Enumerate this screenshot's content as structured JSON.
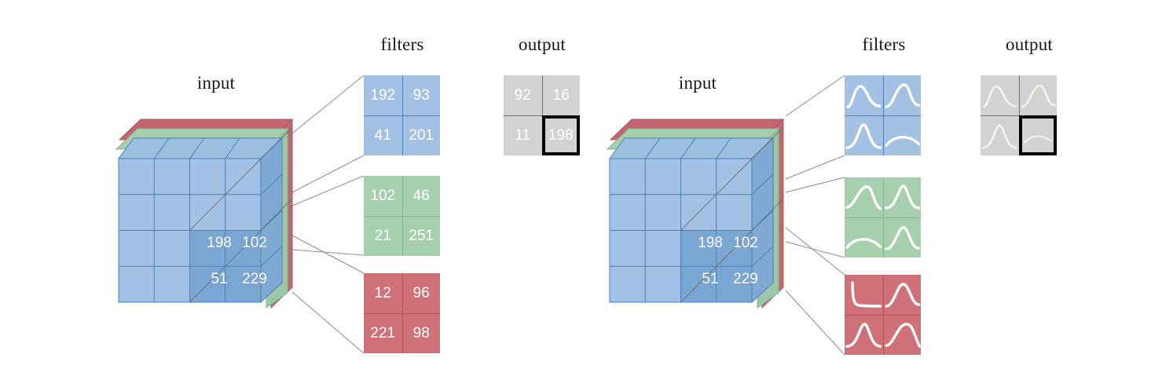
{
  "figure": {
    "title": "Convolution filters and outputs over an RGB input volume",
    "panels": [
      {
        "id": "numeric",
        "input_label": "input",
        "filters_label": "filters",
        "output_label": "output"
      },
      {
        "id": "curves",
        "input_label": "input",
        "filters_label": "filters",
        "output_label": "output"
      }
    ]
  },
  "colors": {
    "blue_fill": "#a3c2e3",
    "blue_stroke": "#4a7ebb",
    "blue_highlight": "#7aa6d4",
    "green_fill": "#a6cfae",
    "green_stroke": "#7fb98c",
    "red_fill": "#d07179",
    "red_stroke": "#b3545d",
    "gray_fill": "#d2d2d2",
    "gray_stroke": "#6f6f6f",
    "highlight_border": "#000000",
    "connector_line": "#8d8d8d",
    "text_on_tile": "#ffffff",
    "label_text": "#181818"
  },
  "input_cube": {
    "grid_rows": 4,
    "grid_cols": 4,
    "depth_channels": [
      "blue",
      "green",
      "red"
    ],
    "highlight_patch": {
      "rows": 2,
      "cols": 2,
      "position": "bottom-right"
    },
    "patch_values": [
      [
        "198",
        "102"
      ],
      [
        "51",
        "229"
      ]
    ]
  },
  "numeric_filters": [
    {
      "channel": "blue",
      "values": [
        [
          "192",
          "93"
        ],
        [
          "41",
          "201"
        ]
      ]
    },
    {
      "channel": "green",
      "values": [
        [
          "102",
          "46"
        ],
        [
          "21",
          "251"
        ]
      ]
    },
    {
      "channel": "red",
      "values": [
        [
          "12",
          "96"
        ],
        [
          "221",
          "98"
        ]
      ]
    }
  ],
  "numeric_output": {
    "channel": "gray",
    "values": [
      [
        "92",
        "16"
      ],
      [
        "11",
        "198"
      ]
    ],
    "highlighted_cell": {
      "row": 1,
      "col": 1,
      "value": "198"
    }
  },
  "curve_filters": [
    {
      "channel": "blue",
      "cells": [
        {
          "row": 0,
          "col": 0,
          "shape": "wide-bump-left"
        },
        {
          "row": 0,
          "col": 1,
          "shape": "peak-right"
        },
        {
          "row": 1,
          "col": 0,
          "shape": "narrow-spike-center"
        },
        {
          "row": 1,
          "col": 1,
          "shape": "flat-wide-arc"
        }
      ]
    },
    {
      "channel": "green",
      "cells": [
        {
          "row": 0,
          "col": 0,
          "shape": "rising-bump-right"
        },
        {
          "row": 0,
          "col": 1,
          "shape": "narrow-peak-center"
        },
        {
          "row": 1,
          "col": 0,
          "shape": "flat-wide-arc"
        },
        {
          "row": 1,
          "col": 1,
          "shape": "medium-peak-center"
        }
      ]
    },
    {
      "channel": "red",
      "cells": [
        {
          "row": 0,
          "col": 0,
          "shape": "L-step-left"
        },
        {
          "row": 0,
          "col": 1,
          "shape": "symmetric-bump-center"
        },
        {
          "row": 1,
          "col": 0,
          "shape": "narrow-spike-center"
        },
        {
          "row": 1,
          "col": 1,
          "shape": "broad-rising-bump"
        }
      ]
    }
  ],
  "curve_output": {
    "channel": "gray",
    "cells": [
      {
        "row": 0,
        "col": 0,
        "shape": "wide-bump-left"
      },
      {
        "row": 0,
        "col": 1,
        "shape": "peak-right"
      },
      {
        "row": 1,
        "col": 0,
        "shape": "narrow-spike-center"
      },
      {
        "row": 1,
        "col": 1,
        "shape": "flat-wide-arc"
      }
    ],
    "highlighted_cell": {
      "row": 1,
      "col": 1
    }
  }
}
